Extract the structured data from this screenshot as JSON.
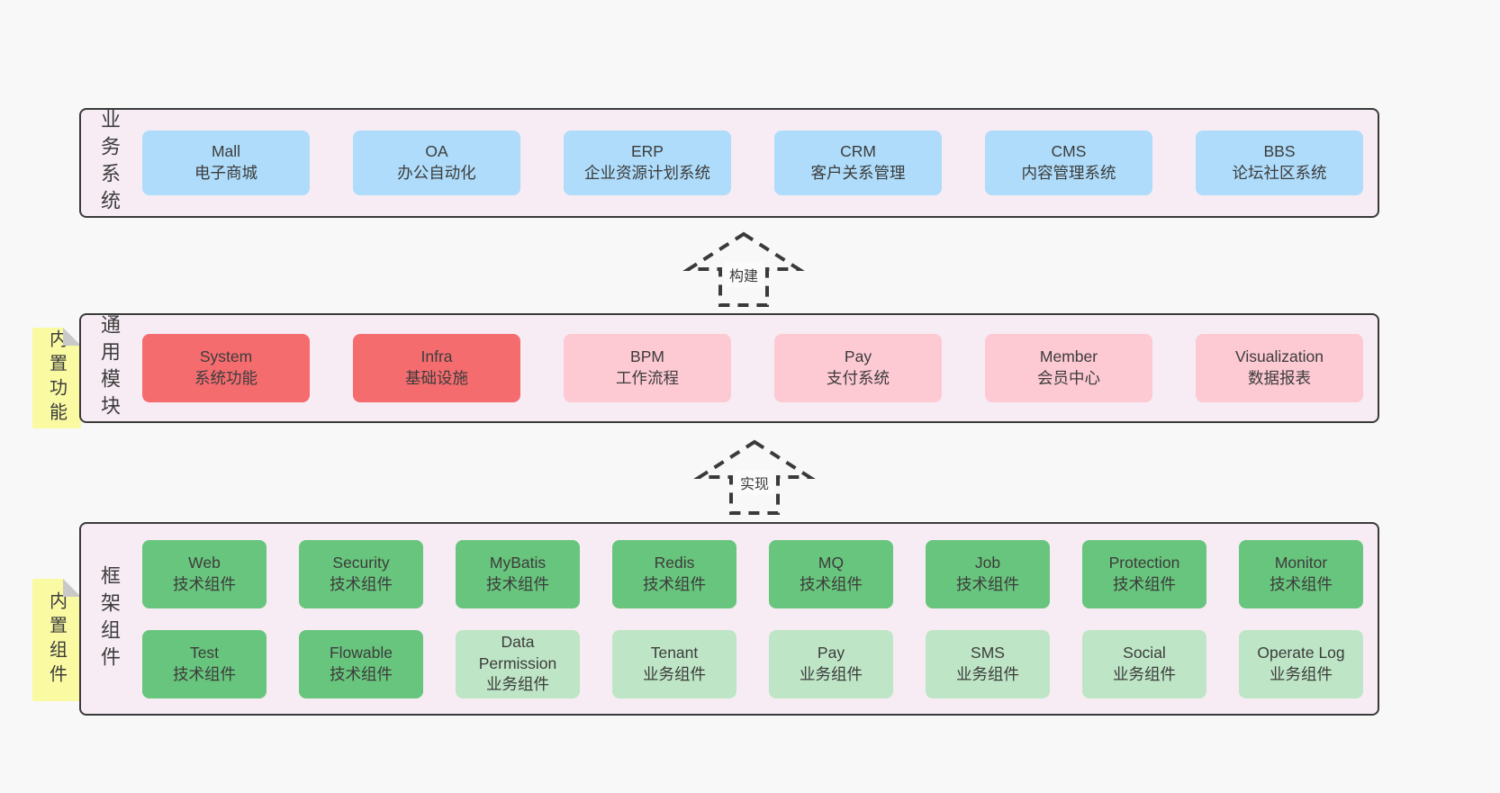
{
  "colors": {
    "page_bg": "#f8f8f8",
    "section_bg": "#f7ecf4",
    "section_border": "#3a3a3a",
    "blue": "#aedcfa",
    "red": "#f56c6f",
    "pink": "#fdc9d3",
    "green": "#68c57d",
    "green_light": "#bee6c6",
    "tab_yellow": "#fafaa2",
    "tab_fold": "#c9c9c9",
    "text": "#3c3c3c"
  },
  "arrows": [
    {
      "label": "构建"
    },
    {
      "label": "实现"
    }
  ],
  "sections": [
    {
      "label": "业务系统",
      "boxes": [
        {
          "title": "Mall",
          "subtitle": "电子商城",
          "variant": "blue"
        },
        {
          "title": "OA",
          "subtitle": "办公自动化",
          "variant": "blue"
        },
        {
          "title": "ERP",
          "subtitle": "企业资源计划系统",
          "variant": "blue"
        },
        {
          "title": "CRM",
          "subtitle": "客户关系管理",
          "variant": "blue"
        },
        {
          "title": "CMS",
          "subtitle": "内容管理系统",
          "variant": "blue"
        },
        {
          "title": "BBS",
          "subtitle": "论坛社区系统",
          "variant": "blue"
        }
      ]
    },
    {
      "label": "通用模块",
      "tab": "内置功能",
      "boxes": [
        {
          "title": "System",
          "subtitle": "系统功能",
          "variant": "red"
        },
        {
          "title": "Infra",
          "subtitle": "基础设施",
          "variant": "red"
        },
        {
          "title": "BPM",
          "subtitle": "工作流程",
          "variant": "pink"
        },
        {
          "title": "Pay",
          "subtitle": "支付系统",
          "variant": "pink"
        },
        {
          "title": "Member",
          "subtitle": "会员中心",
          "variant": "pink"
        },
        {
          "title": "Visualization",
          "subtitle": "数据报表",
          "variant": "pink"
        }
      ]
    },
    {
      "label": "框架组件",
      "tab": "内置组件",
      "boxes": [
        {
          "title": "Web",
          "subtitle": "技术组件",
          "variant": "green"
        },
        {
          "title": "Security",
          "subtitle": "技术组件",
          "variant": "green"
        },
        {
          "title": "MyBatis",
          "subtitle": "技术组件",
          "variant": "green"
        },
        {
          "title": "Redis",
          "subtitle": "技术组件",
          "variant": "green"
        },
        {
          "title": "MQ",
          "subtitle": "技术组件",
          "variant": "green"
        },
        {
          "title": "Job",
          "subtitle": "技术组件",
          "variant": "green"
        },
        {
          "title": "Protection",
          "subtitle": "技术组件",
          "variant": "green"
        },
        {
          "title": "Monitor",
          "subtitle": "技术组件",
          "variant": "green"
        },
        {
          "title": "Test",
          "subtitle": "技术组件",
          "variant": "green"
        },
        {
          "title": "Flowable",
          "subtitle": "技术组件",
          "variant": "green"
        },
        {
          "title": "Data Permission",
          "subtitle": "业务组件",
          "variant": "green-light"
        },
        {
          "title": "Tenant",
          "subtitle": "业务组件",
          "variant": "green-light"
        },
        {
          "title": "Pay",
          "subtitle": "业务组件",
          "variant": "green-light"
        },
        {
          "title": "SMS",
          "subtitle": "业务组件",
          "variant": "green-light"
        },
        {
          "title": "Social",
          "subtitle": "业务组件",
          "variant": "green-light"
        },
        {
          "title": "Operate Log",
          "subtitle": "业务组件",
          "variant": "green-light"
        }
      ]
    }
  ]
}
